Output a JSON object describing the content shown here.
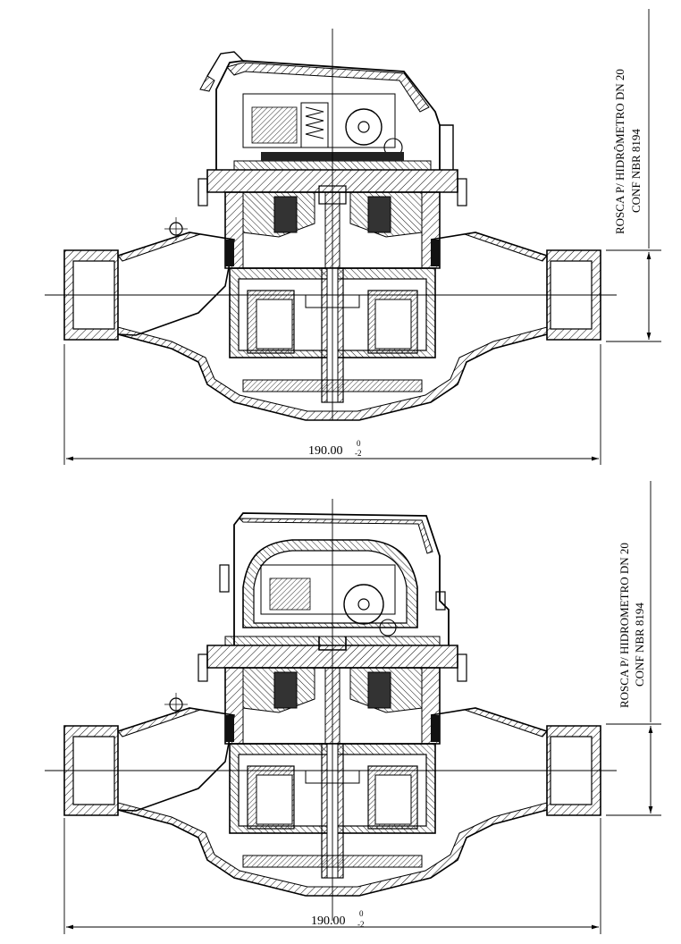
{
  "drawings": [
    {
      "id": "top",
      "dimension_main": "190.00",
      "tolerance_upper": "0",
      "tolerance_lower": "-2",
      "note_line1": "ROSCA P/ HIDRÔMETRO DN 20",
      "note_line2": "CONF NBR 8194"
    },
    {
      "id": "bottom",
      "dimension_main": "190.00",
      "tolerance_upper": "0",
      "tolerance_lower": "-2",
      "note_line1": "ROSCA P/ HIDROMETRO DN 20",
      "note_line2": "CONF NBR 8194"
    }
  ]
}
